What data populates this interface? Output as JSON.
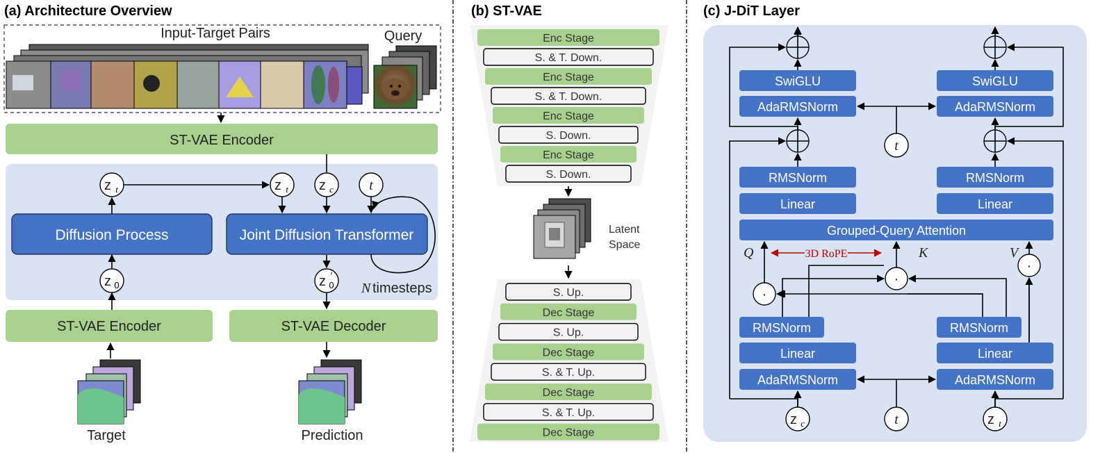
{
  "panels": {
    "a": {
      "title": "(a) Architecture Overview",
      "input_pairs": "Input-Target Pairs",
      "query": "Query",
      "encoder_top": "ST-VAE Encoder",
      "diffusion_process": "Diffusion Process",
      "jdt": "Joint Diffusion Transformer",
      "timesteps_n": "N",
      "timesteps_label": "timesteps",
      "encoder_bottom": "ST-VAE Encoder",
      "decoder": "ST-VAE Decoder",
      "target": "Target",
      "prediction": "Prediction",
      "nodes": {
        "zt": "z",
        "zt_sub": "t",
        "zc": "z",
        "zc_sub": "c",
        "z0": "z",
        "z0_sub": "0",
        "z0p": "z",
        "z0p_sub": "0",
        "z0p_sup": "′",
        "t": "t"
      }
    },
    "b": {
      "title": "(b) ST-VAE",
      "encoder_stages": [
        "Enc Stage",
        "S. & T. Down.",
        "Enc Stage",
        "S. & T. Down.",
        "Enc Stage",
        "S. Down.",
        "Enc Stage",
        "S. Down."
      ],
      "latent_line1": "Latent",
      "latent_line2": "Space",
      "decoder_stages": [
        "S. Up.",
        "Dec Stage",
        "S. Up.",
        "Dec Stage",
        "S. & T. Up.",
        "Dec Stage",
        "S. & T. Up.",
        "Dec Stage"
      ]
    },
    "c": {
      "title": "(c) J-DiT Layer",
      "swiglu": "SwiGLU",
      "adarmsnorm": "AdaRMSNorm",
      "rmsnorm": "RMSNorm",
      "linear": "Linear",
      "gqa": "Grouped-Query Attention",
      "rope": "3D RoPE",
      "q": "Q",
      "k": "K",
      "v": "V",
      "t": "t",
      "zc": "z",
      "zc_sub": "c",
      "zt": "z",
      "zt_sub": "t",
      "dot": "·"
    }
  },
  "colors": {
    "blue": "#4472c4",
    "green": "#a9d18e",
    "panel_bg": "#dae3f3",
    "rope": "#c00000"
  }
}
